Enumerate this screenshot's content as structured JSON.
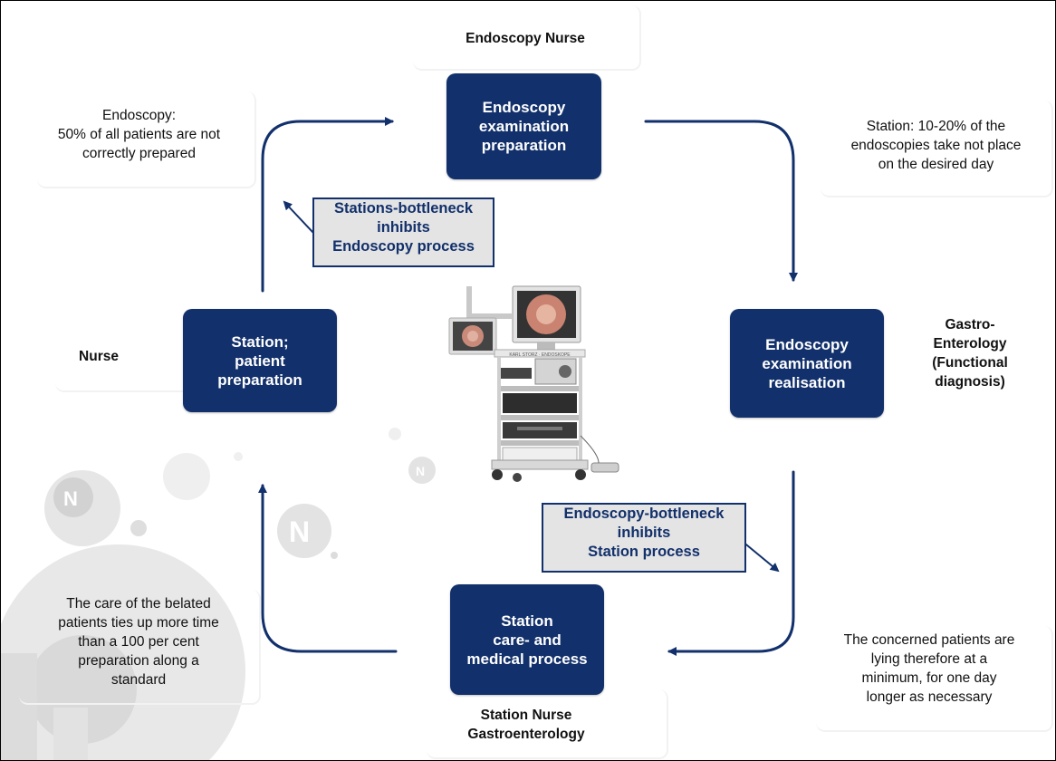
{
  "roles": {
    "top": "Endoscopy Nurse",
    "left": "Nurse",
    "right": "Gastro-\nEnterology\n(Functional\ndiagnosis)",
    "bottom": "Station Nurse\nGastroenterology"
  },
  "process_boxes": {
    "top": "Endoscopy\nexamination\npreparation",
    "left": "Station;\npatient\npreparation",
    "right": "Endoscopy\nexamination\nrealisation",
    "bottom": "Station\ncare- and\nmedical process"
  },
  "bottlenecks": {
    "station": "Stations-bottleneck\ninhibits\nEndoscopy process",
    "endoscopy": "Endoscopy-bottleneck\ninhibits\nStation process"
  },
  "notes": {
    "top_left": "Endoscopy:\n50% of all patients are not\ncorrectly prepared",
    "top_right": "Station: 10-20% of the\nendoscopies take not place\non the desired day",
    "bottom_left": "The care of the belated\npatients ties up more time\nthan a 100 per cent\npreparation along a\nstandard",
    "bottom_right": "The concerned patients are\nlying therefore at a\nminimum, for one day\nlonger as necessary"
  },
  "image": {
    "label": "endoscopy-tower-photo",
    "brand_text": "KARL STORZ · ENDOSKOPE"
  },
  "colors": {
    "box_fill": "#12306b",
    "arrow": "#12306b",
    "note_fill": "#e4e4e4"
  }
}
